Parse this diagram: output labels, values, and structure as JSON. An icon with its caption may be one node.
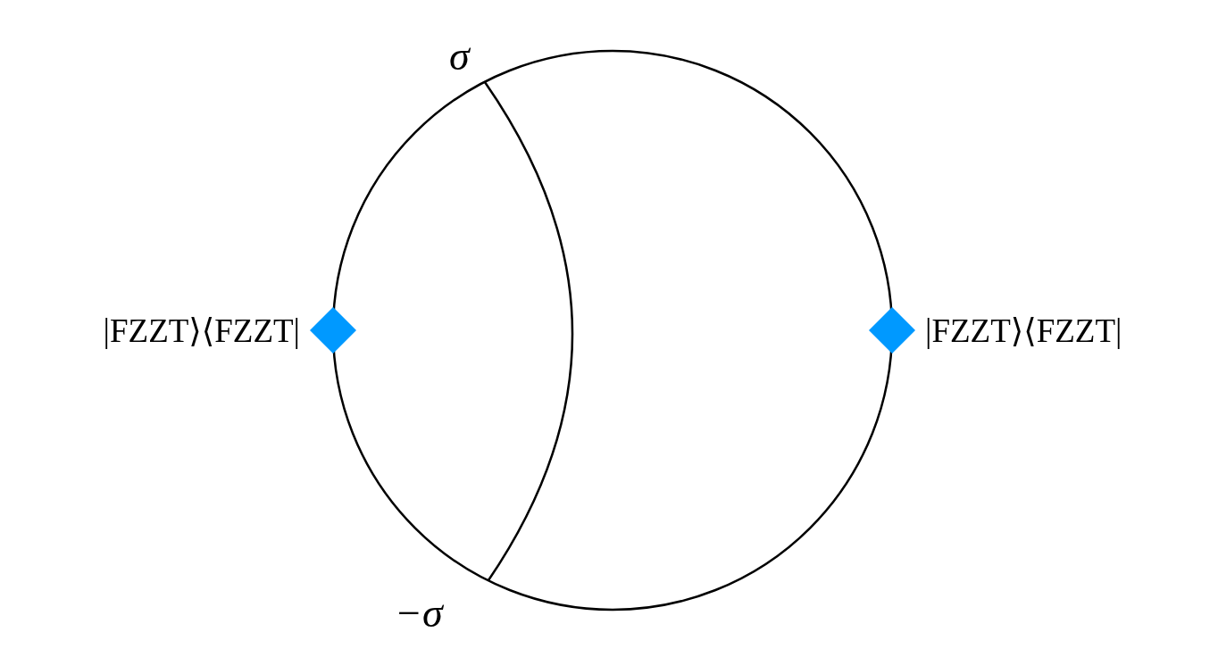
{
  "diagram": {
    "nodes": [
      {
        "text": [],
        "shape": "diamond",
        "beside": [
          "|FZZT⟩⟨FZZT|"
        ]
      },
      {
        "text": [],
        "shape": "diamond",
        "beside": [
          "|FZZT⟩⟨FZZT|"
        ]
      }
    ],
    "edges": [],
    "labels": [
      "σ",
      "−σ"
    ]
  }
}
